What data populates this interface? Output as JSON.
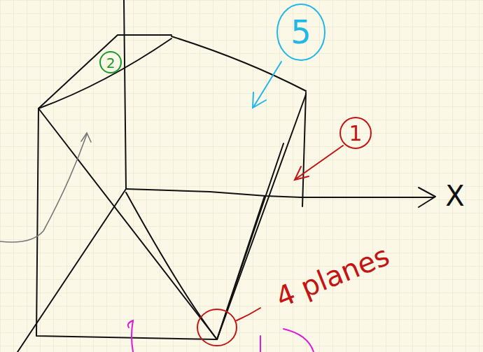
{
  "diagram": {
    "labels": [
      "5",
      "1",
      "2",
      "4 planes",
      "X"
    ]
  }
}
